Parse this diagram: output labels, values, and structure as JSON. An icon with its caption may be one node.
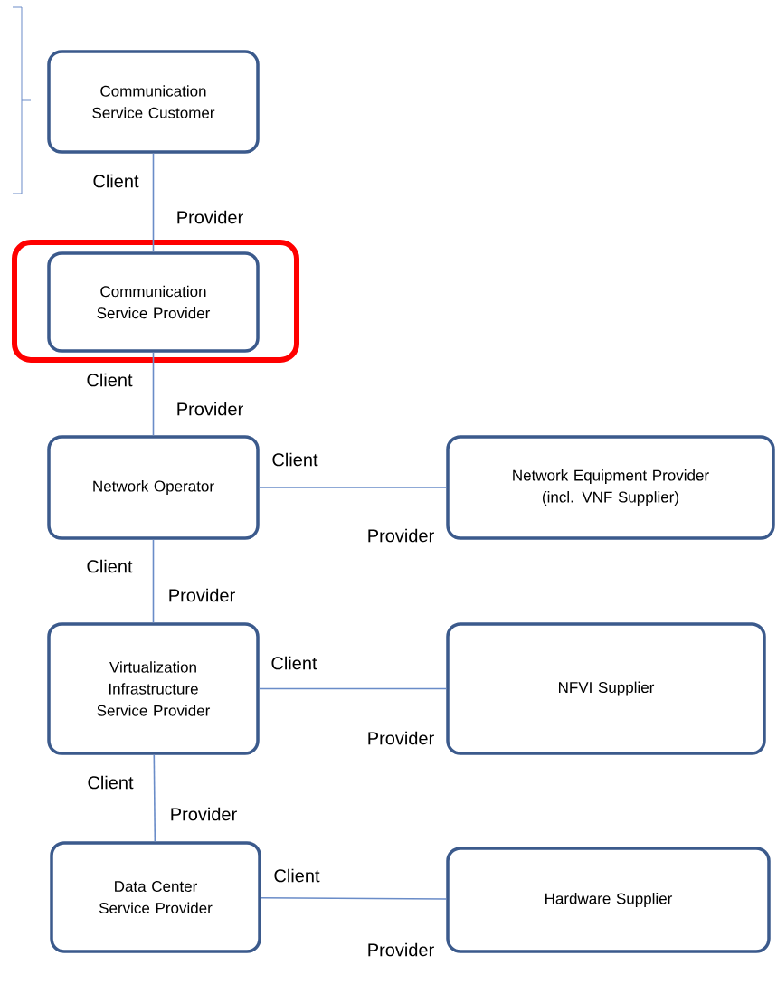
{
  "diagram": {
    "nodes": [
      {
        "text": [
          "Communication Service Customer"
        ]
      },
      {
        "text": [
          "Communication Service Provider"
        ]
      },
      {
        "text": [
          "Network Operator"
        ]
      },
      {
        "text": [
          "Network Equipment Provider (incl. VNF Supplier)"
        ]
      },
      {
        "text": [
          "Virtualization Infrastructure Service Provider"
        ]
      },
      {
        "text": [
          "NFVI Supplier"
        ]
      },
      {
        "text": [
          "Data Center Service Provider"
        ]
      },
      {
        "text": [
          "Hardware Supplier"
        ]
      }
    ],
    "edges": [
      {
        "from": 0,
        "to": 1,
        "arrow": "none"
      },
      {
        "from": 1,
        "to": 2,
        "arrow": "none"
      },
      {
        "from": 2,
        "to": 3,
        "arrow": "none"
      },
      {
        "from": 2,
        "to": 4,
        "arrow": "none"
      },
      {
        "from": 4,
        "to": 5,
        "arrow": "none"
      },
      {
        "from": 4,
        "to": 6,
        "arrow": "none"
      },
      {
        "from": 6,
        "to": 7,
        "arrow": "none"
      }
    ],
    "labels": [
      "Client",
      "Provider",
      "Client",
      "Provider",
      "Client",
      "Provider",
      "Client",
      "Provider",
      "Client",
      "Provider",
      "Client",
      "Provider",
      "Client",
      "Provider"
    ]
  }
}
